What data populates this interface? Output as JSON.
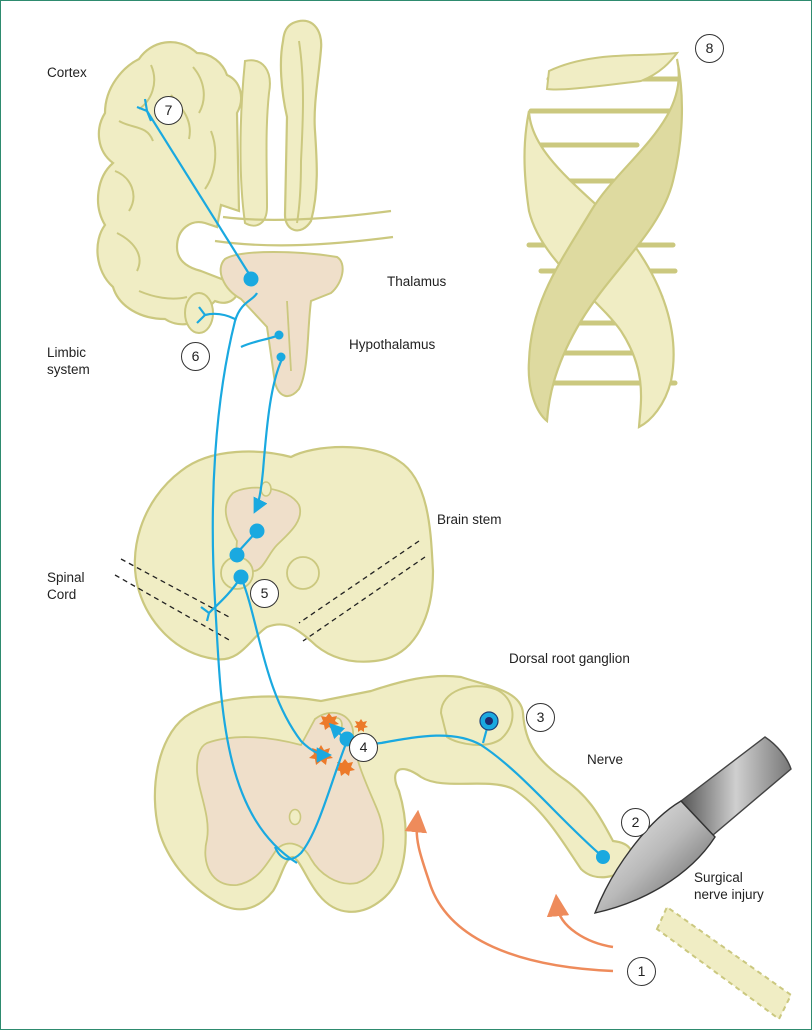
{
  "labels": {
    "cortex": "Cortex",
    "thalamus": "Thalamus",
    "hypothalamus": "Hypothalamus",
    "limbic_line1": "Limbic",
    "limbic_line2": "system",
    "brain_stem": "Brain stem",
    "spinal_line1": "Spinal",
    "spinal_line2": "Cord",
    "dorsal_root_ganglion": "Dorsal root ganglion",
    "nerve": "Nerve",
    "surgical_line1": "Surgical",
    "surgical_line2": "nerve injury"
  },
  "callouts": [
    "1",
    "2",
    "3",
    "4",
    "5",
    "6",
    "7",
    "8"
  ],
  "colors": {
    "tissue": "#f0edc4",
    "tissue_outline": "#cbc87f",
    "grey_matter": "#efdfca",
    "neuron": "#1aa9e0",
    "inflammation": "#ec7a2a",
    "arrow": "#ee8b5b",
    "dna": "#d6d27e",
    "frame": "#2e8b6f"
  }
}
